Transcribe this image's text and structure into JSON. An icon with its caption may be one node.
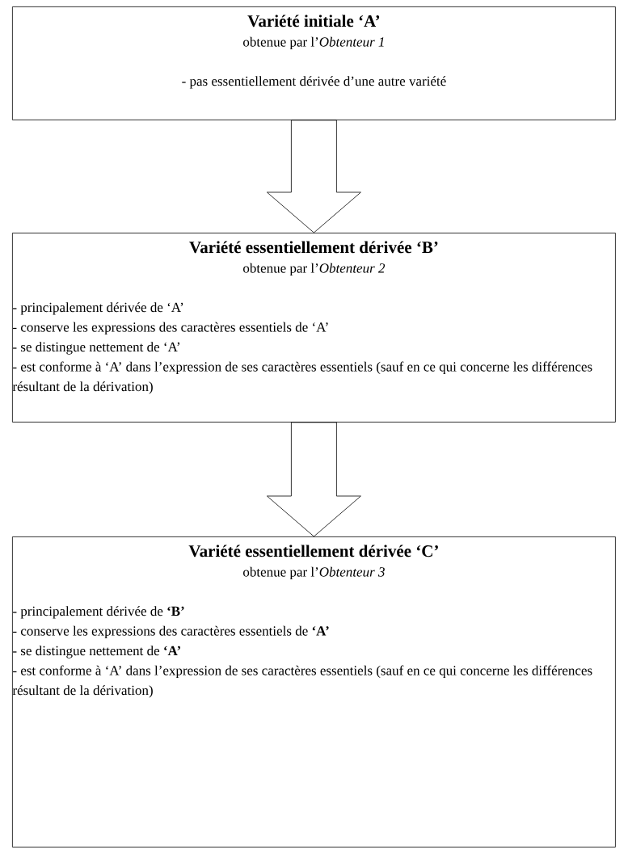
{
  "diagram": {
    "nodes": [
      {
        "text": [
          "Variété initiale ‘A’",
          "obtenue par l’*Obtenteur 1*",
          "- pas essentiellement dérivée d’une autre variété"
        ]
      },
      {
        "text": [
          "Variété essentiellement dérivée ‘B’",
          "obtenue par l’*Obtenteur 2*",
          "- principalement dérivée de ‘A’",
          "- conserve les expressions des caractères essentiels de ‘A’",
          "- se distingue nettement de ‘A’",
          "- est conforme à ‘A’ dans l’expression de ses caractères essentiels (sauf en ce qui concerne les différences résultant de la dérivation)"
        ]
      },
      {
        "text": [
          "Variété essentiellement dérivée ‘C’",
          "obtenue par l’*Obtenteur 3*",
          "- principalement dérivée de **‘B’**",
          "- conserve les expressions des caractères essentiels de **‘A’**",
          "- se distingue nettement de **‘A’**",
          "- est conforme à ‘A’ dans l’expression de ses caractères essentiels (sauf en ce qui concerne les différences résultant de la dérivation)"
        ]
      }
    ],
    "edges": [
      {
        "from": 0,
        "to": 1,
        "arrow": "to"
      },
      {
        "from": 1,
        "to": 2,
        "arrow": "to"
      }
    ]
  }
}
